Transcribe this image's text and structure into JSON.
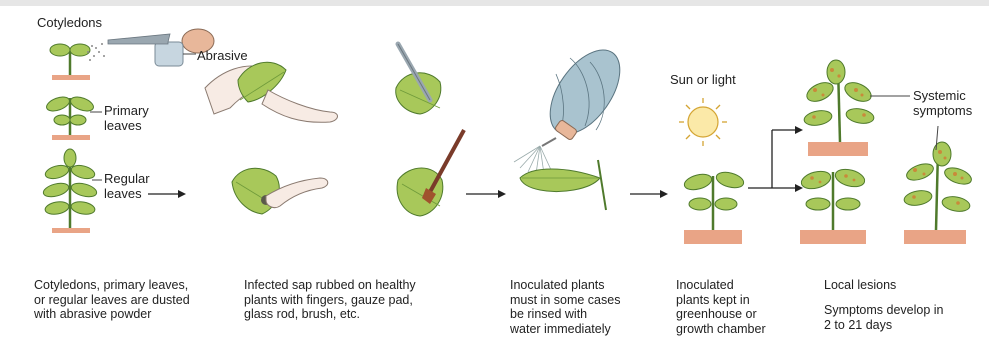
{
  "labels": {
    "cotyledons": "Cotyledons",
    "abrasive": "Abrasive",
    "primary_leaves": "Primary\nleaves",
    "regular_leaves": "Regular\nleaves",
    "sun_or_light": "Sun or light",
    "systemic_symptoms": "Systemic\nsymptoms"
  },
  "captions": {
    "step1": "Cotyledons, primary leaves,\nor regular leaves are dusted\nwith abrasive powder",
    "step2": "Infected sap rubbed on healthy\nplants with fingers, gauze pad,\nglass rod, brush, etc.",
    "step3": "Inoculated plants\nmust in some cases\nbe rinsed with\nwater immediately",
    "step4": "Inoculated\nplants kept in\ngreenhouse or\ngrowth chamber",
    "step5a": "Local lesions",
    "step5b": "Symptoms develop in\n2 to 21 days"
  },
  "colors": {
    "leaf": "#a8c85a",
    "leaf_dark": "#6f9a3a",
    "stem": "#4f7a2c",
    "soil": "#e9a486",
    "lesion": "#c98a3a",
    "sun": "#f2c84b",
    "bulb": "#a9c3cf",
    "skin": "#f7ebe4",
    "brush": "#7a3b2a"
  }
}
